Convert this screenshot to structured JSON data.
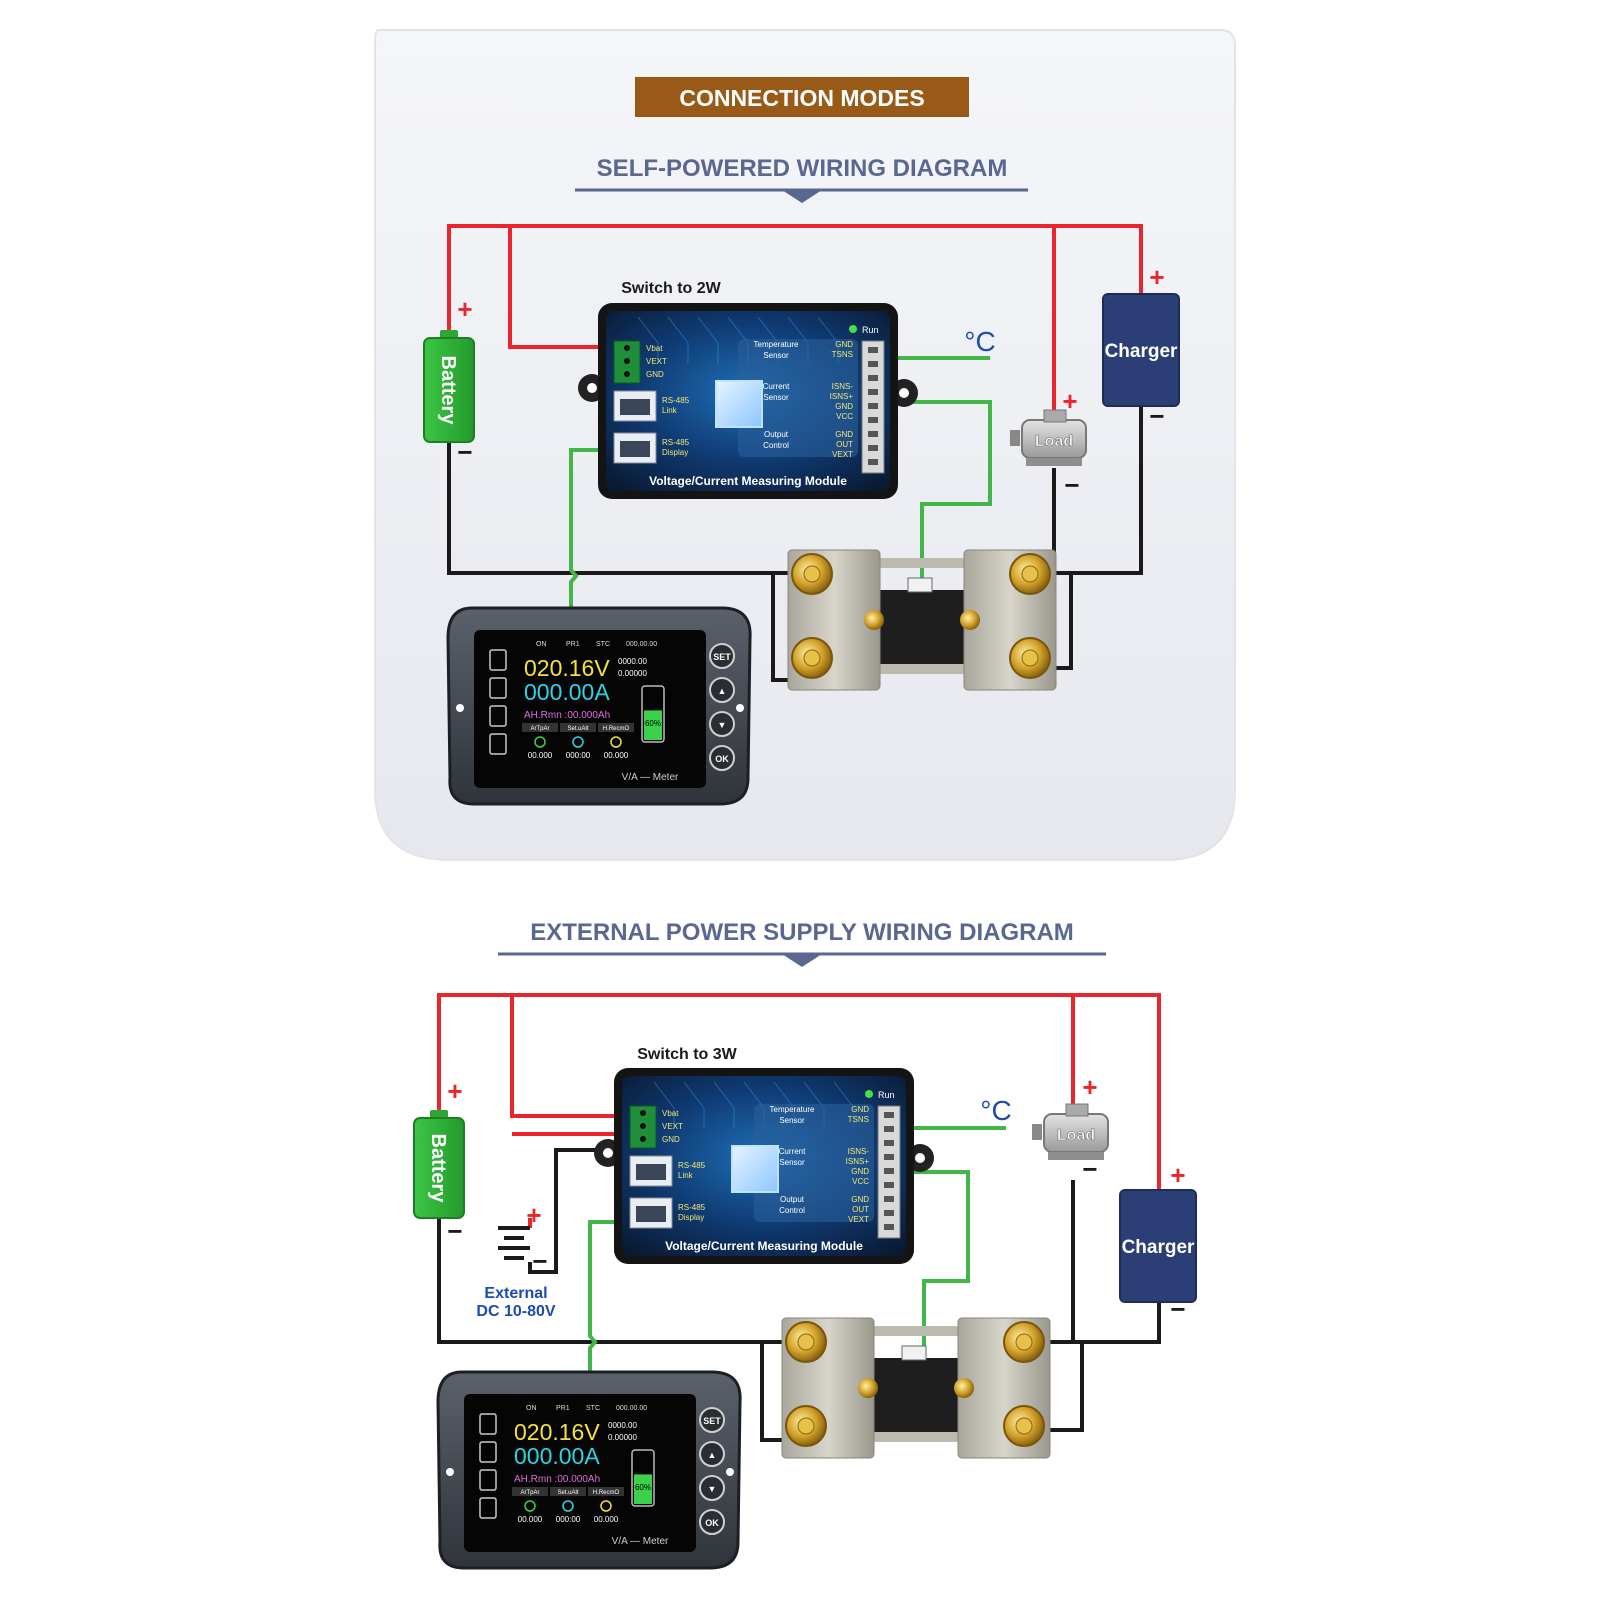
{
  "header": {
    "badge": "CONNECTION MODES",
    "badge_color": "#9a5a17"
  },
  "diagrams": [
    {
      "title": "SELF-POWERED WIRING DIAGRAM",
      "switch_label": "Switch to 2W",
      "show_external": false
    },
    {
      "title": "EXTERNAL POWER SUPPLY WIRING DIAGRAM",
      "switch_label": "Switch to 3W",
      "show_external": true,
      "external_label_1": "External",
      "external_label_2": "DC 10-80V"
    }
  ],
  "labels": {
    "battery": "Battery",
    "charger": "Charger",
    "load": "Load",
    "temp_unit": "°C",
    "plus": "+",
    "minus": "−"
  },
  "module": {
    "title": "Voltage/Current Measuring Module",
    "run": "Run",
    "left_pins": [
      "Vbat",
      "VEXT",
      "GND"
    ],
    "port_1": [
      "RS-485",
      "Link"
    ],
    "port_2": [
      "RS-485",
      "Display"
    ],
    "groups": [
      {
        "name": [
          "Temperature",
          "Sensor"
        ],
        "pins": [
          "GND",
          "TSNS"
        ]
      },
      {
        "name": [
          "Current",
          "Sensor"
        ],
        "pins": [
          "ISNS-",
          "ISNS+",
          "GND",
          "VCC"
        ]
      },
      {
        "name": [
          "Output",
          "Control"
        ],
        "pins": [
          "GND",
          "OUT",
          "VEXT"
        ]
      }
    ]
  },
  "meter": {
    "voltage": "020.16V",
    "current": "000.00A",
    "ah": "AH.Rmn :00.000Ah",
    "percent": "60%",
    "battery_level": 0.6,
    "side_1": "0000.00",
    "side_2": "0.00000",
    "stat_labels": [
      "ArTpAr",
      "Set.uAlt",
      "H.RecmO"
    ],
    "stat_values": [
      "00.000",
      "000:00",
      "00.000"
    ],
    "buttons": [
      "SET",
      "▲",
      "▼",
      "OK"
    ],
    "brand": "V/A — Meter",
    "top_bar": [
      "ON",
      "PR1",
      "STC",
      "000.00.00"
    ],
    "voltage_color": "#f5e23a",
    "current_color": "#2ed3e6",
    "ah_color": "#e46be0"
  },
  "colors": {
    "wire_positive": "#e8262b",
    "wire_negative": "#1a1a1a",
    "wire_signal": "#43b649",
    "battery": "#2ea636",
    "charger": "#2b3f76",
    "title_text": "#5a6790",
    "panel_bg": "#eef0f4"
  }
}
